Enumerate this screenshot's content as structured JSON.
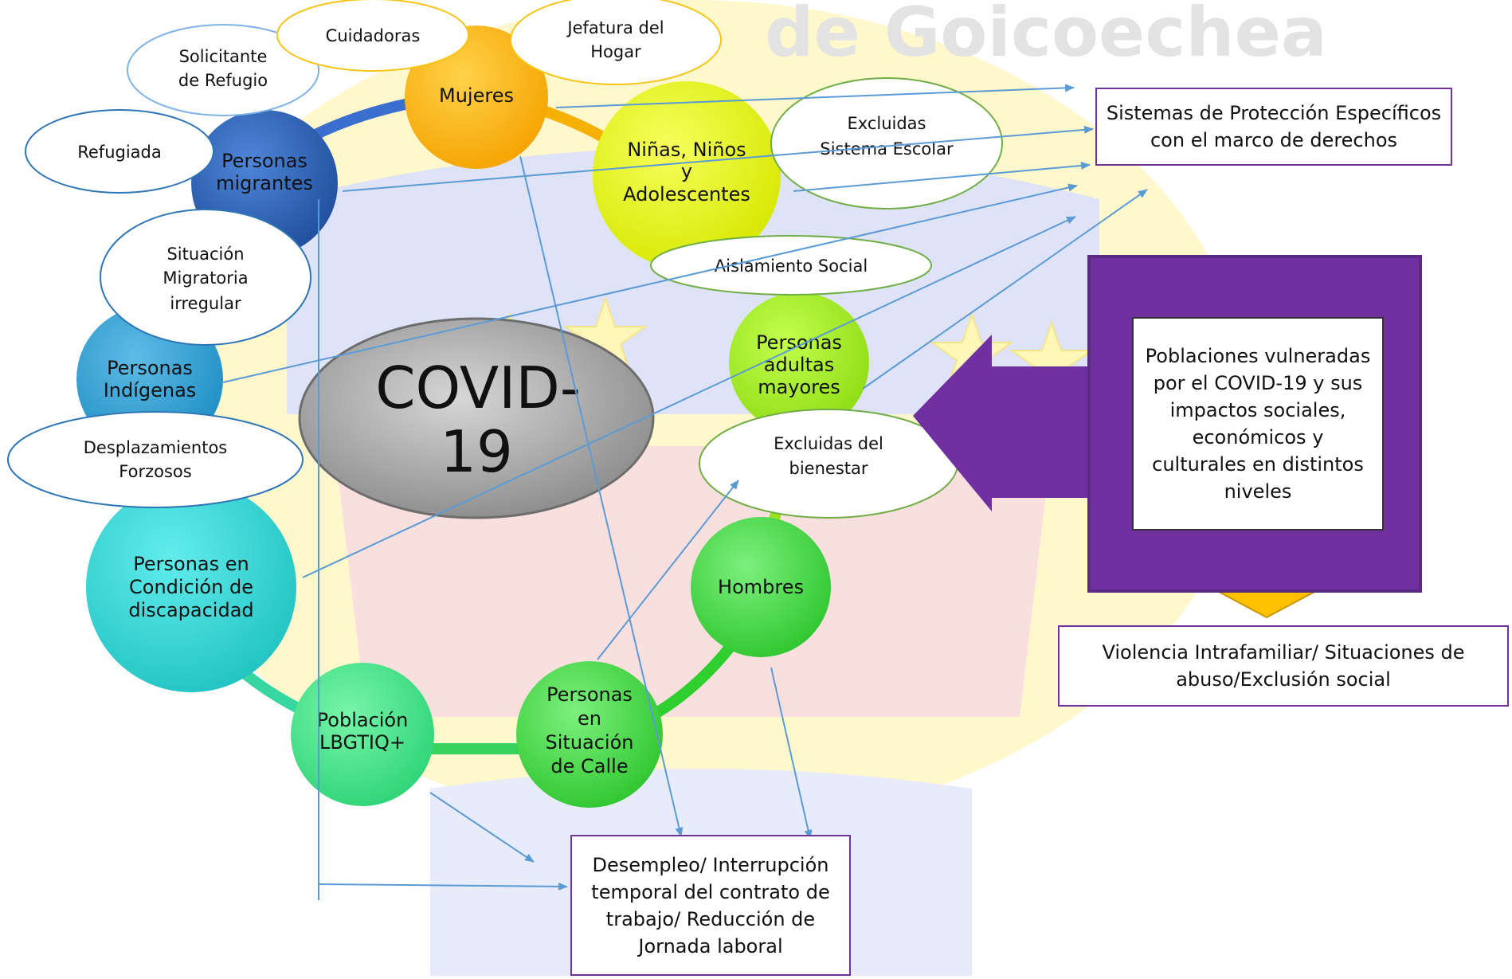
{
  "center": {
    "title_line1": "COVID-",
    "title_line2": "19"
  },
  "populations": {
    "mujeres": "Mujeres",
    "migrantes": [
      "Personas",
      "migrantes"
    ],
    "ninos": [
      "Niñas, Niños",
      "y",
      "Adolescentes"
    ],
    "indigenas": [
      "Personas",
      "Indígenas"
    ],
    "adultas_mayores": [
      "Personas",
      "adultas",
      "mayores"
    ],
    "discapacidad": [
      "Personas en",
      "Condición de",
      "discapacidad"
    ],
    "hombres": "Hombres",
    "lbgtiq": [
      "Población",
      "LBGTIQ+"
    ],
    "calle": [
      "Personas",
      "en",
      "Situación",
      "de Calle"
    ]
  },
  "ovals": {
    "solicitante": [
      "Solicitante",
      "de Refugio"
    ],
    "cuidadoras": "Cuidadoras",
    "jefatura": [
      "Jefatura del",
      "Hogar"
    ],
    "refugiada": "Refugiada",
    "excluidas_escolar": [
      "Excluidas",
      "Sistema Escolar"
    ],
    "aislamiento": "Aislamiento  Social",
    "migratoria": [
      "Situación",
      "Migratoria",
      "irregular"
    ],
    "desplazamientos": [
      "Desplazamientos",
      "Forzosos"
    ],
    "bienestar": [
      "Excluidas del",
      "bienestar"
    ]
  },
  "boxes": {
    "sistemas": [
      "Sistemas de Protección Específicos",
      "con el marco de derechos"
    ],
    "poblaciones": [
      "Poblaciones",
      "vulneradas por el",
      "COVID-19 y sus",
      "impactos sociales,",
      "económicos y",
      "culturales en distintos",
      "niveles"
    ],
    "violencia": [
      "Violencia Intrafamiliar/ Situaciones de",
      "abuso/Exclusión social"
    ],
    "desempleo": [
      "Desempleo/ Interrupción",
      "temporal del contrato de",
      "trabajo/ Reducción de",
      "Jornada laboral"
    ]
  },
  "watermark": "de Goicoechea",
  "colors": {
    "purple": "#7030a0",
    "arrow": "#5b9bd5",
    "yellow_arrow": "#ffc000",
    "oval_blue": "#2e75b6"
  }
}
